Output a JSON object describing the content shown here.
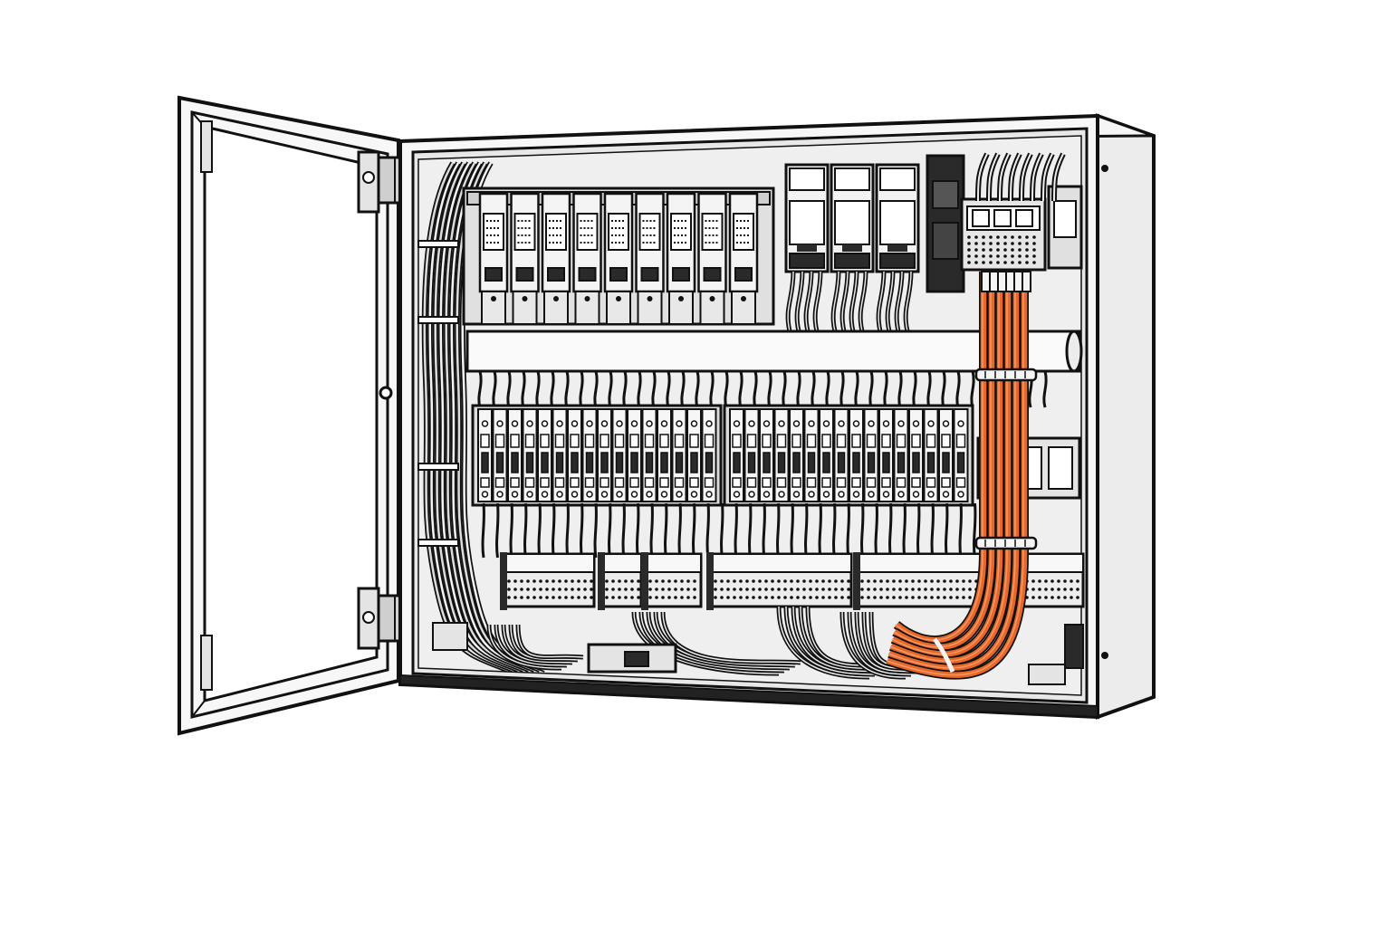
{
  "illustration": {
    "subject": "open-electrical-control-cabinet",
    "colors": {
      "background": "#ffffff",
      "outline": "#111111",
      "light_fill": "#f3f3f3",
      "panel_fill": "#e4e4e4",
      "dark_fill": "#2a2a2a",
      "accent_cable": "#e8682a",
      "accent_cable_dark": "#a8421a"
    },
    "top_relay_count": 9,
    "top_right_contactor_count": 3,
    "breaker_left_count": 16,
    "breaker_right_count": 16,
    "terminal_block_count": 5,
    "orange_cable_count": 6,
    "door_hinge_count": 2
  }
}
